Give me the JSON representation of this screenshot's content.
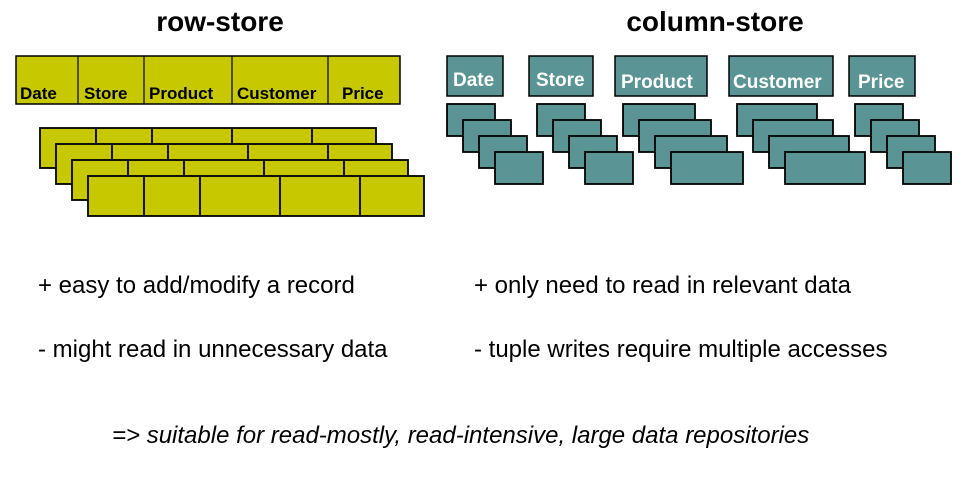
{
  "row_store": {
    "title": "row-store",
    "columns": [
      "Date",
      "Store",
      "Product",
      "Customer",
      "Price"
    ],
    "pro": "+ easy to add/modify a record",
    "con": "- might read in unnecessary data",
    "fill_color": "#c8c800",
    "stroke_color": "#000000"
  },
  "column_store": {
    "title": "column-store",
    "columns": [
      "Date",
      "Store",
      "Product",
      "Customer",
      "Price"
    ],
    "pro": "+ only need to read in relevant data",
    "con": "- tuple writes require multiple accesses",
    "fill_color": "#5a9494",
    "stroke_color": "#000000",
    "label_color": "#ffffff"
  },
  "conclusion": "=> suitable for read-mostly, read-intensive, large data repositories"
}
